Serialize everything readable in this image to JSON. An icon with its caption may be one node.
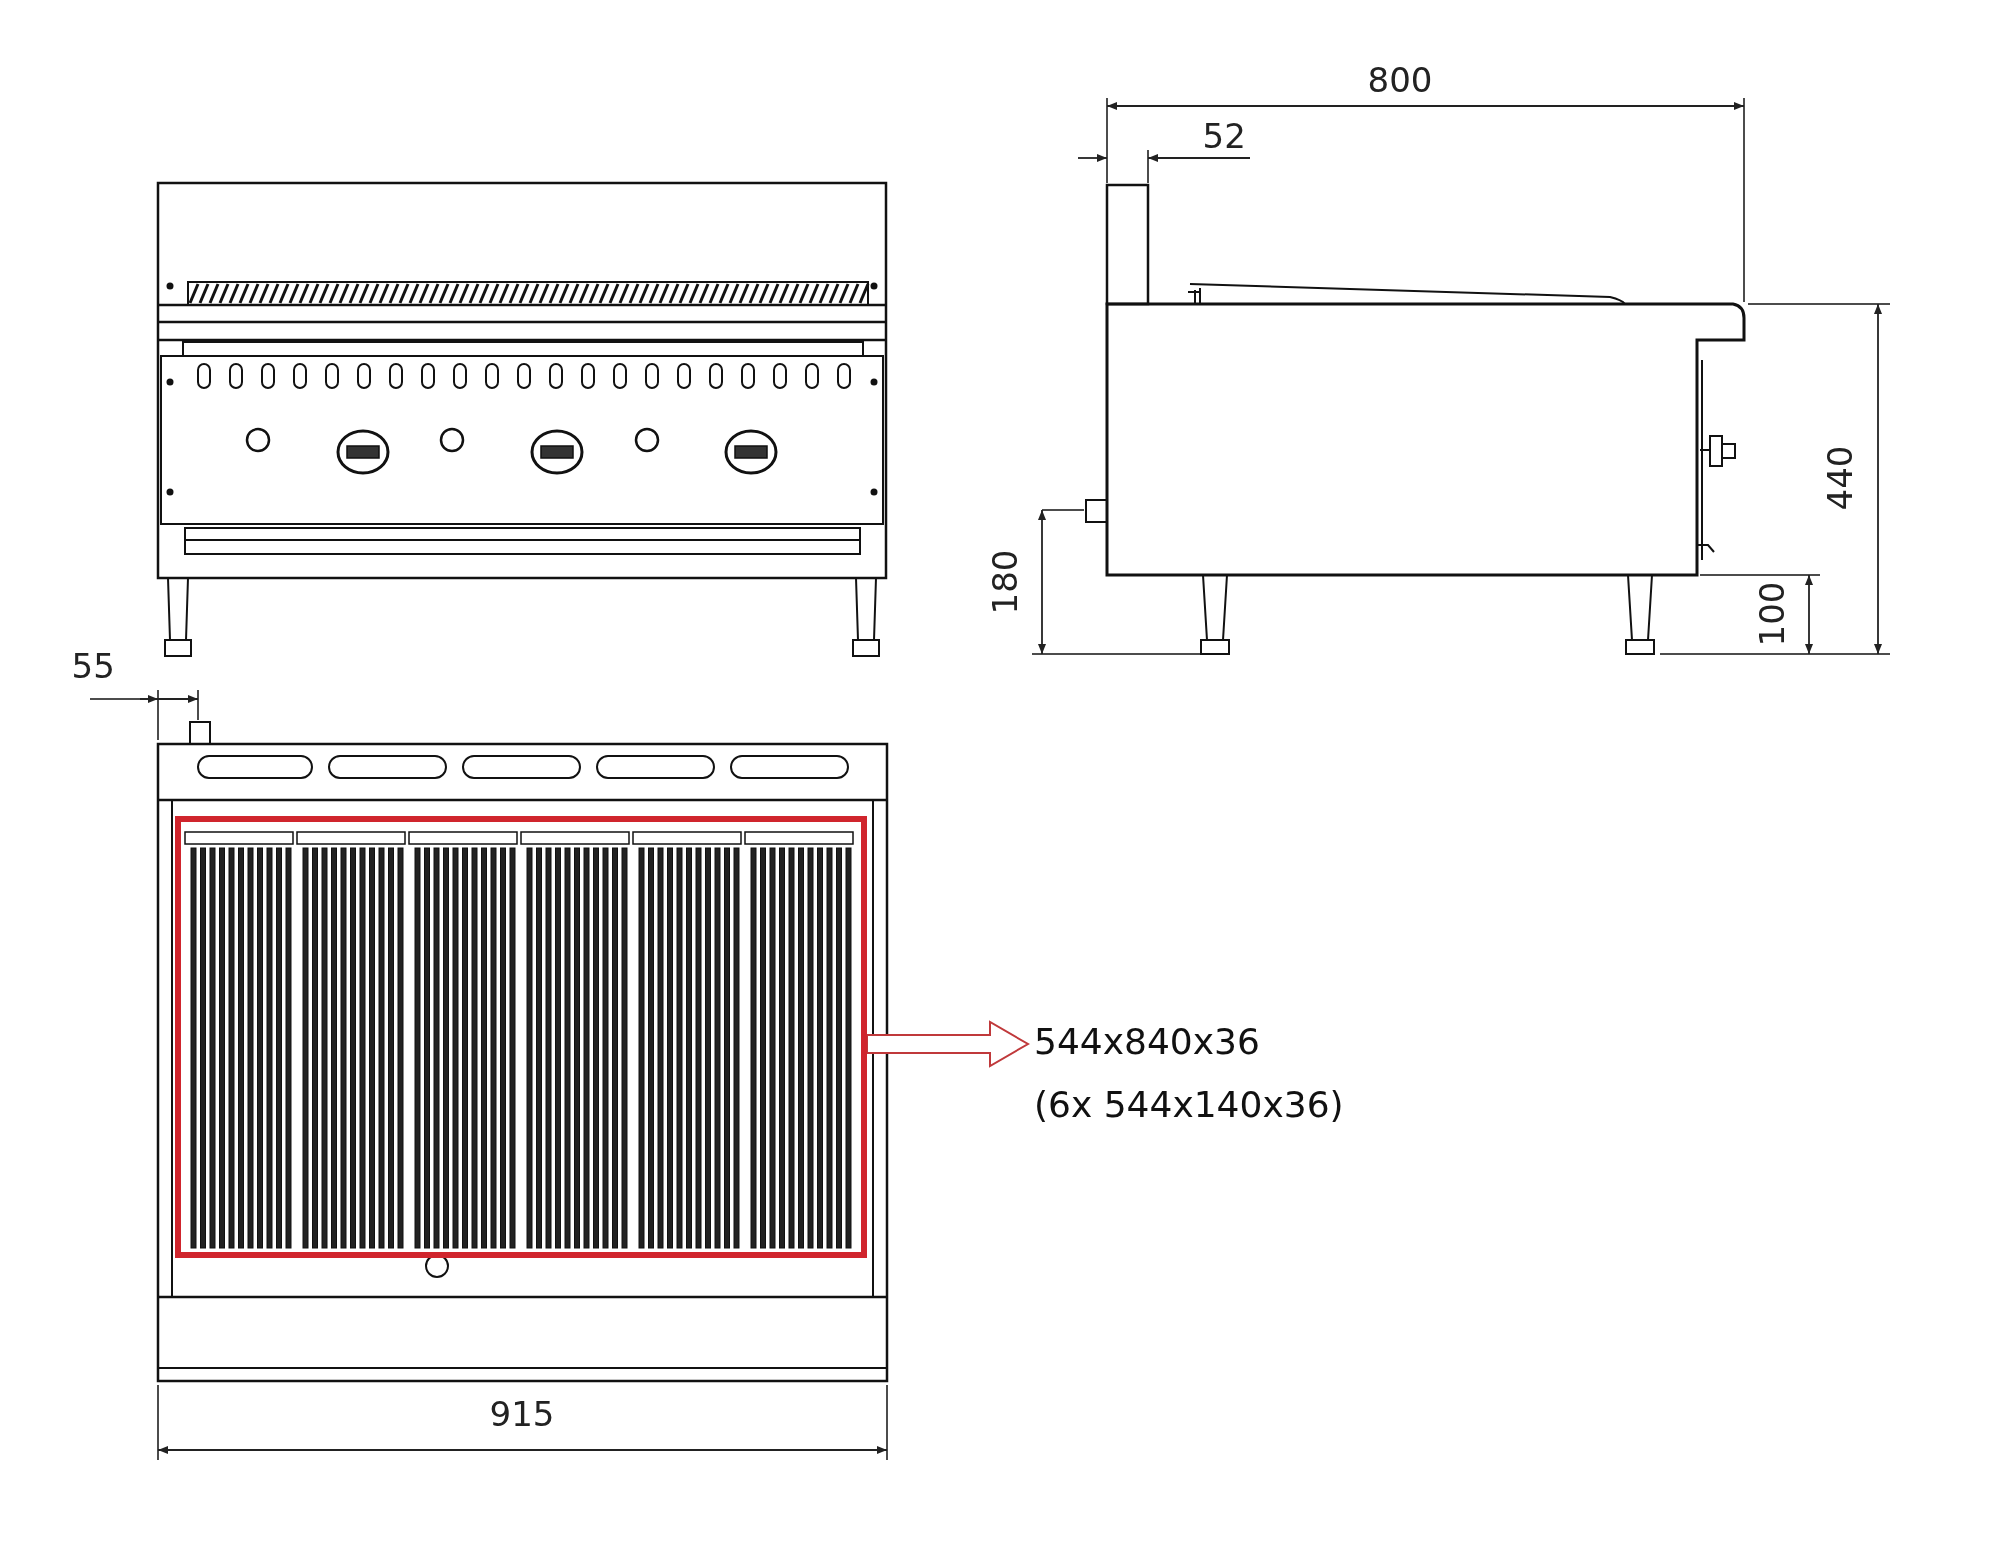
{
  "diagram": {
    "nodes": [
      {
        "text": [],
        "shape": "box"
      },
      {
        "text": [
          "544x840x36",
          "(6x 544x140x36)"
        ]
      }
    ],
    "edges": [
      {
        "from": 0,
        "to": 1,
        "arrow": "to"
      }
    ],
    "labels": [
      "800",
      "52",
      "180",
      "440",
      "100",
      "55",
      "915"
    ]
  }
}
